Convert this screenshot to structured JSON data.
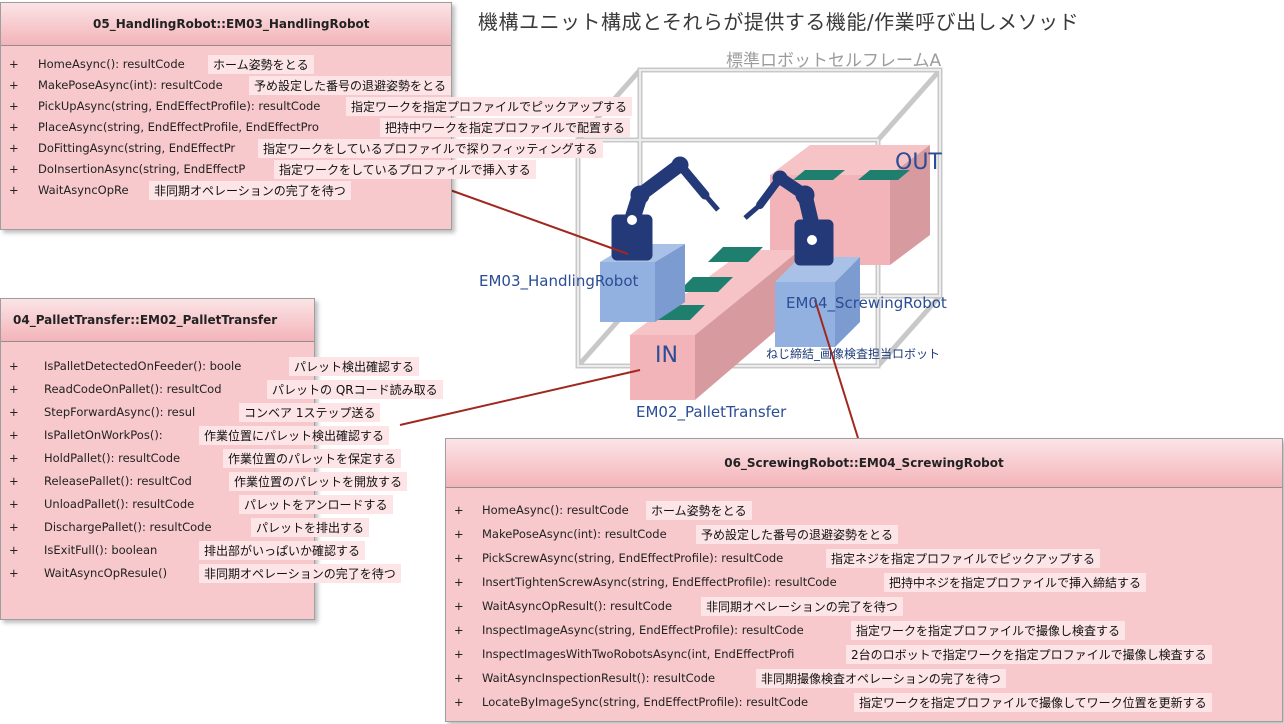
{
  "title": "機構ユニット構成とそれらが提供する機能/作業呼び出しメソッド",
  "frame_label": "標準ロボットセルフレームA",
  "scene": {
    "out_label": "OUT",
    "in_label": "IN",
    "handling_label": "EM03_HandlingRobot",
    "screwing_label": "EM04_ScrewingRobot",
    "screwing_caption": "ねじ締結_画像検査担当ロボット",
    "pallet_label": "EM02_PalletTransfer"
  },
  "handling_box": {
    "header": "05_HandlingRobot::EM03_HandlingRobot",
    "rows": [
      {
        "plus": "+",
        "sig": "HomeAsync(): resultCode",
        "note": "ホーム姿勢をとる"
      },
      {
        "plus": "+",
        "sig": "MakePoseAsync(int): resultCode",
        "note": "予め設定した番号の退避姿勢をとる"
      },
      {
        "plus": "+",
        "sig": "PickUpAsync(string, EndEffectProfile): resultCode",
        "note": "指定ワークを指定プロファイルでピックアップする"
      },
      {
        "plus": "+",
        "sig": "PlaceAsync(string, EndEffectProfile, EndEffectPro",
        "note": "把持中ワークを指定プロファイルで配置する"
      },
      {
        "plus": "+",
        "sig": "DoFittingAsync(string, EndEffectPr",
        "note": "指定ワークをしているプロファイルで探りフィッティングする"
      },
      {
        "plus": "+",
        "sig": "DoInsertionAsync(string, EndEffectP",
        "note": "指定ワークをしているプロファイルで挿入する"
      },
      {
        "plus": "+",
        "sig": "WaitAsyncOpRe",
        "note": "非同期オペレーションの完了を待つ"
      }
    ]
  },
  "pallet_box": {
    "header": "04_PalletTransfer::EM02_PalletTransfer",
    "rows": [
      {
        "plus": "+",
        "sig": "IsPalletDetectedOnFeeder(): boole",
        "note": "パレット検出確認する"
      },
      {
        "plus": "+",
        "sig": "ReadCodeOnPallet(): resultCod",
        "note": "パレットの QRコード読み取る"
      },
      {
        "plus": "+",
        "sig": "StepForwardAsync(): resul",
        "note": "コンベア 1ステップ送る"
      },
      {
        "plus": "+",
        "sig": "IsPalletOnWorkPos():",
        "note": "作業位置にパレット検出確認する"
      },
      {
        "plus": "+",
        "sig": "HoldPallet(): resultCode",
        "note": "作業位置のパレットを保定する"
      },
      {
        "plus": "+",
        "sig": "ReleasePallet(): resultCod",
        "note": "作業位置のパレットを開放する"
      },
      {
        "plus": "+",
        "sig": "UnloadPallet(): resultCode",
        "note": "パレットをアンロードする"
      },
      {
        "plus": "+",
        "sig": "DischargePallet(): resultCode",
        "note": "パレットを排出する"
      },
      {
        "plus": "+",
        "sig": "IsExitFull(): boolean",
        "note": "排出部がいっぱいか確認する"
      },
      {
        "plus": "+",
        "sig": "WaitAsyncOpResule()",
        "note": "非同期オペレーションの完了を待つ"
      }
    ]
  },
  "screwing_box": {
    "header": "06_ScrewingRobot::EM04_ScrewingRobot",
    "rows": [
      {
        "plus": "+",
        "sig": "HomeAsync(): resultCode",
        "note": "ホーム姿勢をとる"
      },
      {
        "plus": "+",
        "sig": "MakePoseAsync(int): resultCode",
        "note": "予め設定した番号の退避姿勢をとる"
      },
      {
        "plus": "+",
        "sig": "PickScrewAsync(string, EndEffectProfile): resultCode",
        "note": "指定ネジを指定プロファイルでピックアップする"
      },
      {
        "plus": "+",
        "sig": "InsertTightenScrewAsync(string, EndEffectProfile): resultCode",
        "note": "把持中ネジを指定プロファイルで挿入締結する"
      },
      {
        "plus": "+",
        "sig": "WaitAsyncOpResult(): resultCode",
        "note": "非同期オペレーションの完了を待つ"
      },
      {
        "plus": "+",
        "sig": "InspectImageAsync(string, EndEffectProfile): resultCode",
        "note": "指定ワークを指定プロファイルで撮像し検査する"
      },
      {
        "plus": "+",
        "sig": "InspectImagesWithTwoRobotsAsync(int, EndEffectProfi",
        "note": "2台のロボットで指定ワークを指定プロファイルで撮像し検査する"
      },
      {
        "plus": "+",
        "sig": "WaitAsyncInspectionResult(): resultCode",
        "note": "非同期撮像検査オペレーションの完了を待つ"
      },
      {
        "plus": "+",
        "sig": "LocateByImageSync(string, EndEffectProfile): resultCode",
        "note": "指定ワークを指定プロファイルで撮像してワーク位置を更新する"
      }
    ]
  },
  "colors": {
    "box_fill": "#f7c9cc",
    "note_fill": "#fde4e6",
    "connector": "#a0281e",
    "robot": "#243a78",
    "label_blue": "#2a4d95"
  }
}
